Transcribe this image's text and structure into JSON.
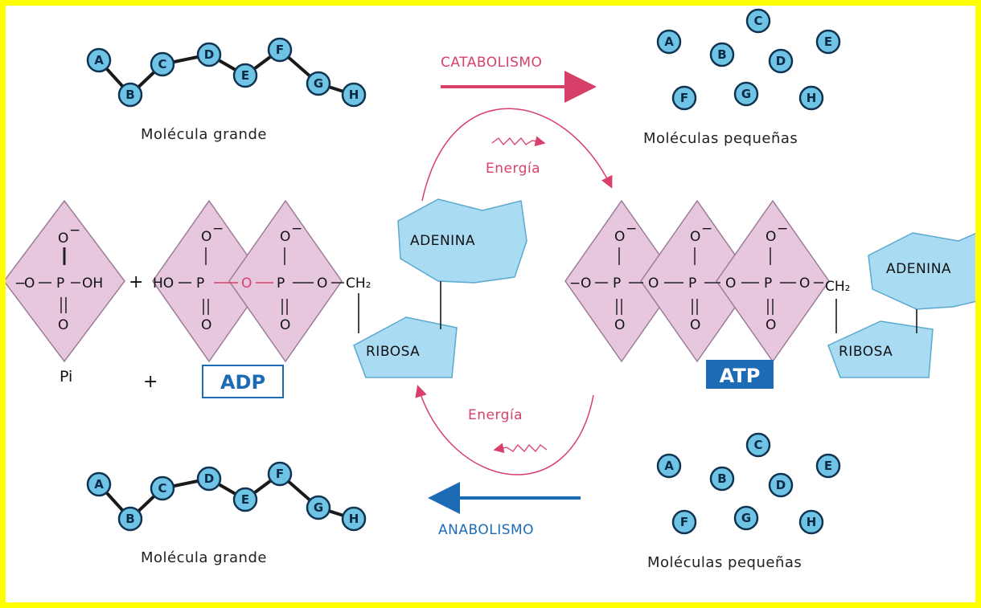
{
  "colors": {
    "frame": "#ffff00",
    "phosphate_fill": "#e6c7de",
    "phosphate_stroke": "#9c7c96",
    "base_fill": "#a9dcf2",
    "base_stroke": "#5aa9cf",
    "ball_fill": "#6fc4e6",
    "catabolism": "#d8406a",
    "anabolism": "#1e6bb5",
    "atp_box": "#1e6bb5"
  },
  "catabolism": {
    "label": "CATABOLISMO",
    "energy_label": "Energía",
    "large_molecule": {
      "caption": "Molécula grande",
      "beads": [
        "A",
        "B",
        "C",
        "D",
        "E",
        "F",
        "G",
        "H"
      ]
    },
    "small_molecules": {
      "caption": "Moléculas pequeñas",
      "beads": [
        "A",
        "B",
        "C",
        "D",
        "E",
        "F",
        "G",
        "H"
      ]
    }
  },
  "anabolism": {
    "label": "ANABOLISMO",
    "energy_label": "Energía",
    "large_molecule": {
      "caption": "Molécula grande",
      "beads": [
        "A",
        "B",
        "C",
        "D",
        "E",
        "F",
        "G",
        "H"
      ]
    },
    "small_molecules": {
      "caption": "Moléculas pequeñas",
      "beads": [
        "A",
        "B",
        "C",
        "D",
        "E",
        "F",
        "G",
        "H"
      ]
    }
  },
  "reaction": {
    "pi_label": "Pi",
    "plus": "+",
    "adp_label": "ADP",
    "atp_label": "ATP",
    "adenina": "ADENINA",
    "ribosa": "RIBOSA",
    "atoms": {
      "o_minus": "O",
      "minus": "−",
      "oxygen": "O",
      "phosphorus": "P",
      "oh": "OH",
      "ho": "HO",
      "ch2": "CH₂"
    }
  }
}
